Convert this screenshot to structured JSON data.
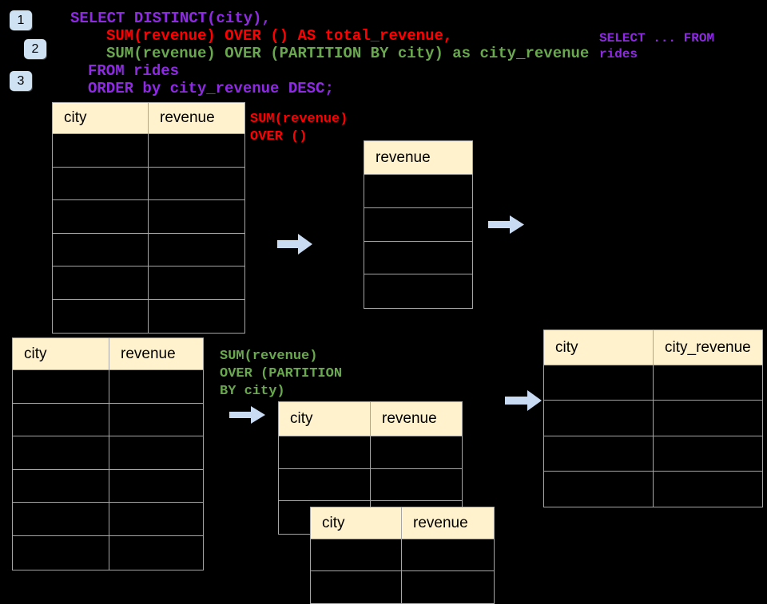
{
  "steps": {
    "one": "1",
    "two": "2",
    "three": "3"
  },
  "code": {
    "lines": [
      {
        "text": "SELECT DISTINCT(city),",
        "color": "purple"
      },
      {
        "text": "SUM(revenue) OVER () AS total_revenue,",
        "color": "red"
      },
      {
        "text": "SUM(revenue) OVER (PARTITION BY city) as city_revenue",
        "color": "green"
      },
      {
        "text": "FROM rides",
        "color": "purple"
      },
      {
        "text": "ORDER by city_revenue DESC;",
        "color": "purple"
      }
    ],
    "side_note": {
      "line1": "SELECT ... FROM",
      "line2": "rides"
    }
  },
  "annotations": {
    "total": {
      "line1": "SUM(revenue)",
      "line2": "OVER ()"
    },
    "partition": {
      "line1": "SUM(revenue)",
      "line2": "OVER (PARTITION",
      "line3": "BY city)"
    }
  },
  "tables": {
    "source_top": {
      "headers": [
        "city",
        "revenue"
      ],
      "rows": 6
    },
    "total_result": {
      "headers": [
        "revenue"
      ],
      "rows": 4
    },
    "source_bottom": {
      "headers": [
        "city",
        "revenue"
      ],
      "rows": 6
    },
    "partition_mid": {
      "headers": [
        "city",
        "revenue"
      ],
      "rows": 3
    },
    "partition_overlay": {
      "headers": [
        "city",
        "revenue"
      ],
      "rows": 2
    },
    "city_revenue_result": {
      "headers": [
        "city",
        "city_revenue"
      ],
      "rows": 4
    }
  },
  "colors": {
    "background": "#000000",
    "header_fill": "#fff2cc",
    "table_border": "#a6a6a6",
    "badge_fill": "#cfe2f3",
    "arrow_fill": "#c9daf3",
    "code_purple": "#8e2be2",
    "code_red": "#ff0000",
    "code_green": "#6aa84f"
  }
}
